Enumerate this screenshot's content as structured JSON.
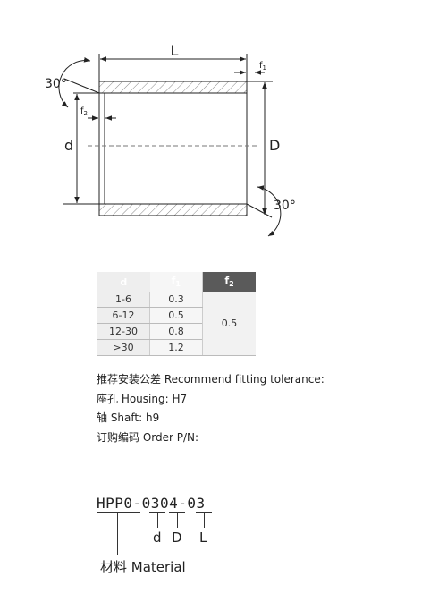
{
  "drawing": {
    "label_L": "L",
    "label_d": "d",
    "label_D": "D",
    "label_f1_main": "f",
    "label_f1_sub": "1",
    "label_f2_main": "f",
    "label_f2_sub": "2",
    "angle_top": "30°",
    "angle_bottom": "30°"
  },
  "table": {
    "headers": [
      {
        "main": "d",
        "sub": ""
      },
      {
        "main": "f",
        "sub": "1"
      },
      {
        "main": "f",
        "sub": "2"
      }
    ],
    "rows": [
      {
        "d": "1-6",
        "f1": "0.3"
      },
      {
        "d": "6-12",
        "f1": "0.5"
      },
      {
        "d": "12-30",
        "f1": "0.8"
      },
      {
        "d": ">30",
        "f1": "1.2"
      }
    ],
    "f2_value": "0.5"
  },
  "notes": {
    "tolerance": "推荐安装公差 Recommend fitting tolerance:",
    "housing": "座孔 Housing: H7",
    "shaft": "轴 Shaft: h9",
    "order": "订购编码 Order P/N:"
  },
  "part_number": {
    "prefix": "HPP0-",
    "d_code": "03",
    "D_code": "04",
    "sep": "-",
    "L_code": "03",
    "label_d": "d",
    "label_D": "D",
    "label_L": "L",
    "material": "材料 Material"
  },
  "colors": {
    "line": "#222222",
    "hatch": "#888888",
    "table_header": "#5a5a5a"
  }
}
